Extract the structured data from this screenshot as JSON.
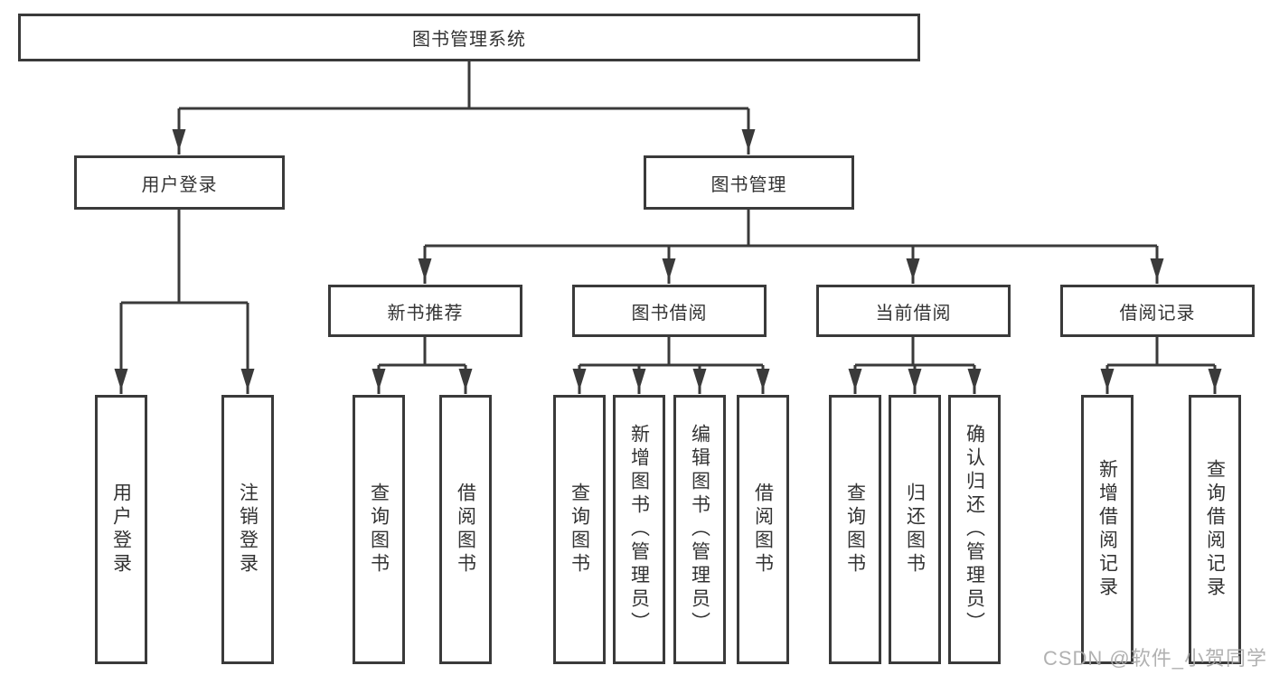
{
  "root": {
    "label": "图书管理系统"
  },
  "user_login": {
    "label": "用户登录",
    "children": [
      {
        "label": "用户登录"
      },
      {
        "label": "注销登录"
      }
    ]
  },
  "book_management": {
    "label": "图书管理",
    "sections": [
      {
        "label": "新书推荐",
        "children": [
          {
            "label": "查询图书"
          },
          {
            "label": "借阅图书"
          }
        ]
      },
      {
        "label": "图书借阅",
        "children": [
          {
            "label": "查询图书"
          },
          {
            "label": "新增图书（管理员）"
          },
          {
            "label": "编辑图书（管理员）"
          },
          {
            "label": "借阅图书"
          }
        ]
      },
      {
        "label": "当前借阅",
        "children": [
          {
            "label": "查询图书"
          },
          {
            "label": "归还图书"
          },
          {
            "label": "确认归还（管理员）"
          }
        ]
      },
      {
        "label": "借阅记录",
        "children": [
          {
            "label": "新增借阅记录"
          },
          {
            "label": "查询借阅记录"
          }
        ]
      }
    ]
  },
  "watermark": "CSDN @软件_小贺同学",
  "colors": {
    "line": "#3a3a3a",
    "text": "#333333",
    "watermark": "#a9a9a9",
    "box_background": "#ffffff"
  }
}
